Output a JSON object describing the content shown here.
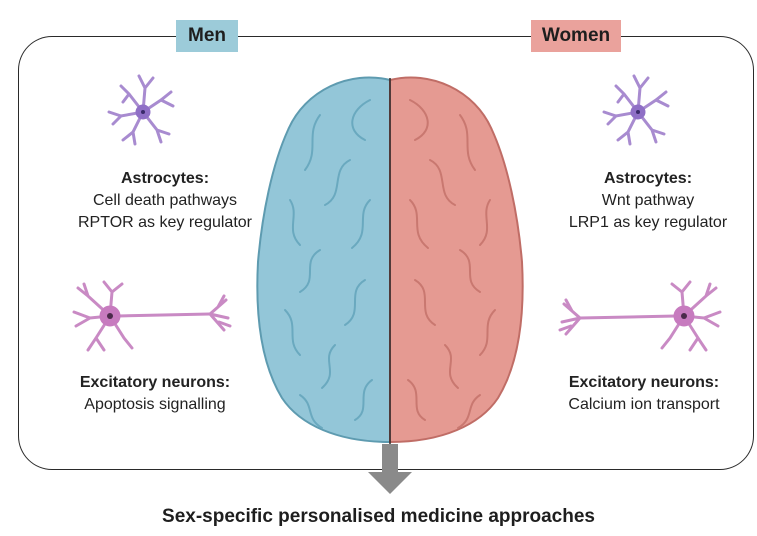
{
  "groups": {
    "men": {
      "tag": "Men",
      "color": "#9ccbd9",
      "astrocytes": {
        "heading": "Astrocytes:",
        "lines": [
          "Cell death pathways",
          "RPTOR as key regulator"
        ]
      },
      "neurons": {
        "heading": "Excitatory neurons:",
        "lines": [
          "Apoptosis signalling"
        ]
      }
    },
    "women": {
      "tag": "Women",
      "color": "#eaa29c",
      "astrocytes": {
        "heading": "Astrocytes:",
        "lines": [
          "Wnt pathway",
          "LRP1 as key regulator"
        ]
      },
      "neurons": {
        "heading": "Excitatory neurons:",
        "lines": [
          "Calcium ion transport"
        ]
      }
    }
  },
  "footer": "Sex-specific personalised medicine approaches",
  "icons": [
    "astrocyte-icon",
    "neuron-icon",
    "brain-illustration",
    "down-arrow-icon"
  ]
}
